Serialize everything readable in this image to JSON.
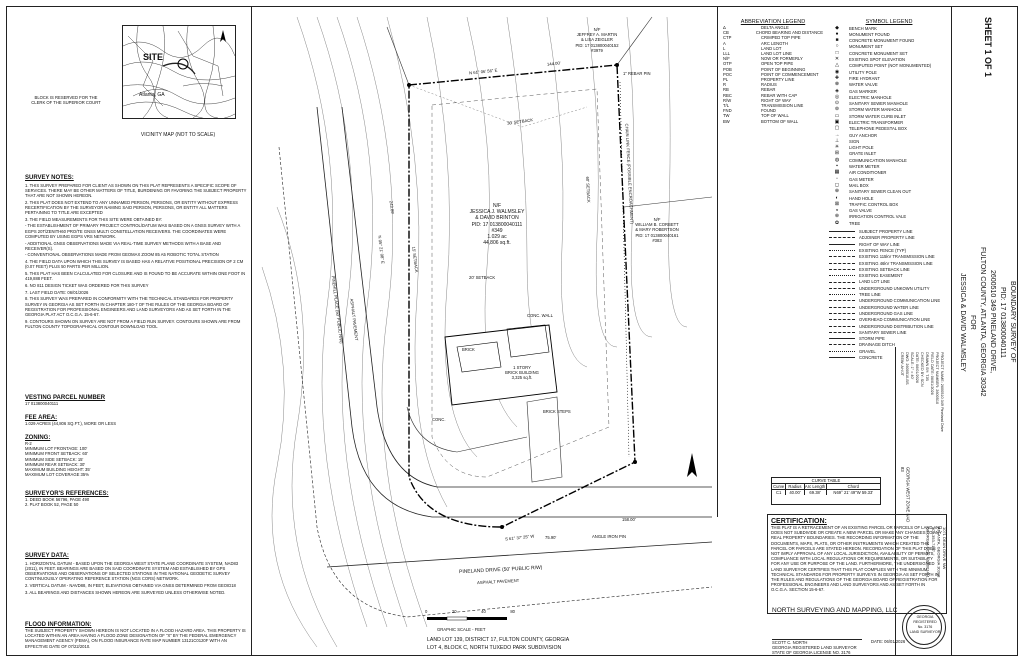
{
  "clerk_block": "BLOCK IS RESERVED FOR THE\nCLERK OF THE SUPERIOR COURT",
  "vicinity": {
    "site_label": "SITE",
    "city_label": "Atlanta, GA",
    "caption": "VICINITY MAP (NOT TO SCALE)"
  },
  "survey_notes": {
    "heading": "SURVEY NOTES:",
    "items": [
      "1.  THIS SURVEY PREPARED FOR CLIENT AS SHOWN ON THIS PLAT REPRESENTS A SPECIFIC SCOPE OF SERVICES. THERE MAY BE OTHER MATTERS OF TITLE, BURDENING OR FAVORING THE SUBJECT PROPERTY THAT ARE NOT SHOWN HEREON.",
      "2.  THIS PLAT DOES NOT EXTEND TO ANY UNNAMED PERSON, PERSONS, OR ENTITY WITHOUT EXPRESS RECERTIFICATION BY THE SURVEYOR NAMING SAID PERSON, PERSONS, OR ENTITY ALL MATTERS PERTAINING TO TITLE ARE EXCEPTED",
      "3.  THE FIELD MEASUREMENTS FOR THIS SITE WERE OBTAINED BY:",
      "- THE ESTABLISHMENT OF PRIMARY PROJECT CONTROL/DATUM WAS BASED ON A GNSS SURVEY WITH A EGPS 20T/ZENITH60 PRO/TE GNSS MULTI CONSTELLATION RECEIVERS. THE COORDINATES WERE COMPUTED BY USING EGPS VRS NETWORK.",
      "- ADDITIONAL GNSS OBSERVATIONS MADE VIA REAL-TIME SURVEY METHODS WITH A BASE AND RECEIVER(S).",
      "- CONVENTIONAL OBSERVATIONS MADE FROM GEOMAX ZOOM 85 A5 ROBOTIC TOTAL STATION",
      "4.  THE FIELD DATA UPON WHICH THIS SURVEY IS BASED HAS A RELATIVE POSITIONAL PRECISION OF 2 CM (0.07 FEET) PLUS 50 PARTS PER MILLION.",
      "5.  THIS PLAT HAS BEEN CALCULATED FOR CLOSURE AND IS FOUND TO BE ACCURATE WITHIN ONE FOOT IN 419,888 FEET.",
      "6.  NO 811 DESIGN TICKET WAS ORDERED FOR THIS SURVEY",
      "7.  LAST FIELD DATE: 06/01/2026",
      "8.  THIS SURVEY WAS PREPARED IN CONFORMITY WITH THE TECHNICAL STANDARDS FOR PROPERTY SURVEY IN GEORGIA AS SET FORTH IN CHAPTER 180-7 OF THE RULES OF THE GEORGIA BOARD OF REGISTRATION FOR PROFESSIONAL ENGINEERS AND LAND SURVEYORS AND AS SET FORTH IN THE GEORGIA PLAT ACT O.C.G.A. 15-6-67.",
      "9.  CONTOURS SHOWN ON SURVEY ARE NOT FROM A FIELD RUN SURVEY. CONTOURS SHOWN ARE FROM FULTON COUNTY TOPOGRAPHICAL CONTOUR DOWNLOAD TOOL"
    ]
  },
  "vesting": {
    "heading": "VESTING PARCEL NUMBER",
    "value": "17 013800040111"
  },
  "fee_area": {
    "heading": "FEE AREA:",
    "value": "1.029 ACRES (44,806 SQ.FT.), MORE OR LESS"
  },
  "zoning": {
    "heading": "ZONING:",
    "items": [
      "R-2",
      "MINIMUM LOT FRONTAGE: 100'",
      "MINIMUM FRONT SETBACK: 60'",
      "MINIMUM SIDE SETBACK: 15'",
      "MINIMUM REAR SETBACK: 30'",
      "MAXIMUM BUILDING HEIGHT: 35'",
      "MAXIMUM LOT COVERAGE 35%"
    ]
  },
  "references": {
    "heading": "SURVEYOR'S REFERENCES:",
    "items": [
      "1.  DEED BOOK 56796, PAGE 490",
      "2.  PLAT BOOK 52, PAGE 50"
    ]
  },
  "survey_data": {
    "heading": "SURVEY DATA:",
    "items": [
      "1.  HORIZONTAL DATUM - BASED UPON THE GEORGIA WEST STATE PLANE COORDINATE SYSTEM, NAD83 (2011), IN FEET. BEARINGS ARE BASED ON SAID COORDINATE SYSTEM AND ESTABLISHED BY GPS OBSERVATIONS AND OBSERVATIONS OF SELECTED STATIONS IN THE NATIONAL GEODETIC SURVEY CONTINUOUSLY OPERATING REFERENCE STATION (NGS CORS) NETWORK.",
      "2.  VERTICAL DATUM - NAVD88, IN FEET, ELEVATIONS OBTAINED VIA GNSS DETERMINED FROM GEOID18",
      "3.  ALL BEARINGS AND DISTANCES SHOWN HEREON ARE SURVEYED UNLESS OTHERWISE NOTED."
    ]
  },
  "flood": {
    "heading": "FLOOD INFORMATION:",
    "text": "THE SUBJECT PROPERTY SHOWN HEREON IS NOT LOCATED IN A FLOOD HAZARD AREA. THIS PROPERTY IS LOCATED WITHIN AN AREA HAVING A FLOOD ZONE DESIGNATION OF \"X\" BY THE FEDERAL EMERGENCY MANAGEMENT AGENCY (FEMA), ON FLOOD INSURANCE RATE MAP NUMBER 13121C0120F WITH AN EFFECTIVE DATE OF 07/22/2010."
  },
  "plan": {
    "owner_north": [
      "N/F",
      "JEFFREY A. MARTIN",
      "& LISA ZEIGLER",
      "PID: 17 013800040152",
      "#3979"
    ],
    "owner_east": [
      "N/F",
      "WILLIAM B. CORBETT",
      "& MARY ROBERTSON",
      "PID: 17 013800040161",
      "#383"
    ],
    "subject": [
      "N/F",
      "JESSICA J. WALMSLEY",
      "& DAVID BRINTON",
      "PID: 17 013800040111",
      "#349",
      "1.029 ac",
      "44,806 sq.ft."
    ],
    "building": [
      "1 STORY",
      "BRICK BUILDING",
      "3,325 sq.ft."
    ],
    "north_bearing": "N 61° 06' 56\" E",
    "north_dist": "144.00'",
    "west_bearing": "N 05° 21' 08\" E",
    "west_dist": "243.89'",
    "south_bearing": "S 61° 37' 25\" W",
    "south_dist": "75.90'",
    "street_dist": "158.00'",
    "street": "PINELAND DRIVE (50' PUBLIC R/W)",
    "street_pave": "ASPHALT PAVEMENT",
    "west_street": "PINEHILL PLACE (50' PUBLIC R/W)",
    "west_pave": "ASPHALT PAVEMENT",
    "setback_rear": "30' SETBACK",
    "setback_side": "15' SETBACK",
    "setback_front": "60' SETBACK",
    "setback_side2": "20' SETBACK",
    "conc": "CONC.",
    "conc_wall": "CONC. WALL",
    "brick": "BRICK",
    "brick_steps": "BRICK STEPS",
    "angle_iron": "ANGLE IRON PIN",
    "rebar": "1\" REBAR PIN",
    "fence": "CHAIN LINK FENCE (POSSIBLE ENCROACHMENT)",
    "scale_label": "GRAPHIC SCALE - FEET",
    "scale_ticks": [
      "0",
      "20",
      "40",
      "80"
    ],
    "caption1": "LAND LOT 139, DISTRICT 17, FULTON COUNTY, GEORGIA",
    "caption2": "LOT 4, BLOCK C, NORTH TUXEDO PARK SUBDIVISION",
    "curve_table": {
      "title": "CURVE TABLE",
      "headers": [
        "Curve",
        "Radius",
        "Arc Length",
        "Chord"
      ],
      "row": [
        "C1",
        "40.00'",
        "69.38'",
        "N69° 21' 49\"W 59.33'"
      ]
    },
    "gws_label": "GEORGIA WEST ZONE NAD 83"
  },
  "abbrev": {
    "title": "ABBREVIATION LEGEND",
    "items": [
      [
        "Δ",
        "DELTA ANGLE"
      ],
      [
        "CB",
        "CHORD BEARING AND DISTANCE"
      ],
      [
        "CTP",
        "CRIMPED TOP PIPE"
      ],
      [
        "A",
        "ARC LENGTH"
      ],
      [
        "L",
        "LAND LOT"
      ],
      [
        "LLL",
        "LAND LOT LINE"
      ],
      [
        "N/F",
        "NOW OR FORMERLY"
      ],
      [
        "OTP",
        "OPEN TOP PIPE"
      ],
      [
        "POB",
        "POINT OF BEGINNING"
      ],
      [
        "POC",
        "POINT OF COMMENCEMENT"
      ],
      [
        "PL",
        "PROPERTY LINE"
      ],
      [
        "R",
        "RADIUS"
      ],
      [
        "RB",
        "REBAR"
      ],
      [
        "RBC",
        "REBAR WITH CAP"
      ],
      [
        "R/W",
        "RIGHT OF WAY"
      ],
      [
        "T/L",
        "TRANSMISSION LINE"
      ],
      [
        "FND",
        "FOUND"
      ],
      [
        "TW",
        "TOP OF WALL"
      ],
      [
        "BW",
        "BOTTOM OF WALL"
      ]
    ]
  },
  "symbols": {
    "title": "SYMBOL LEGEND",
    "items": [
      [
        "◆",
        "BENCH MARK"
      ],
      [
        "●",
        "MONUMENT FOUND"
      ],
      [
        "■",
        "CONCRETE MONUMENT FOUND"
      ],
      [
        "○",
        "MONUMENT SET"
      ],
      [
        "□",
        "CONCRETE MONUMENT SET"
      ],
      [
        "✕",
        "EXISTING SPOT ELEVATION"
      ],
      [
        "△",
        "COMPUTED POINT (NOT MONUMENTED)"
      ],
      [
        "◉",
        "UTILITY POLE"
      ],
      [
        "✚",
        "FIRE HYDRANT"
      ],
      [
        "⊗",
        "WATER VALVE"
      ],
      [
        "◈",
        "GAS MARKER"
      ],
      [
        "◎",
        "ELECTRIC MANHOLE"
      ],
      [
        "⊙",
        "SANITARY SEWER MANHOLE"
      ],
      [
        "⊚",
        "STORM WATER MANHOLE"
      ],
      [
        "▭",
        "STORM WATER CURB INLET"
      ],
      [
        "▣",
        "ELECTRIC TRANSFORMER"
      ],
      [
        "▢",
        "TELEPHONE PEDESTAL BOX"
      ],
      [
        "→",
        "GUY ANCHOR"
      ],
      [
        "⊥",
        "SIGN"
      ],
      [
        "☀",
        "LIGHT POLE"
      ],
      [
        "⊞",
        "GRATE INLET"
      ],
      [
        "◍",
        "COMMUNICATION MANHOLE"
      ],
      [
        "▪",
        "WATER METER"
      ],
      [
        "▦",
        "AIR CONDITIONER"
      ],
      [
        "▫",
        "GAS METER"
      ],
      [
        "◻",
        "MAIL BOX"
      ],
      [
        "⊕",
        "SANITARY SEWER CLEAN OUT"
      ],
      [
        "◐",
        "HAND HOLE"
      ],
      [
        "⊠",
        "TRAFFIC CONTROL BOX"
      ],
      [
        "◒",
        "GAS VALVE"
      ],
      [
        "⊛",
        "IRRIGATION CONTROL VALE"
      ],
      [
        "✿",
        "TREE"
      ]
    ]
  },
  "line_legend": [
    "SUBJECT PROPERTY LINE",
    "ADJOINER PROPERTY LINE",
    "RIGHT OF WAY LINE",
    "EXISTING FENCE (TYP)",
    "EXISTING 115kV TRANSMISSION LINE",
    "EXISTING 46kV TRANSMISSION LINE",
    "EXISTING SETBACK LINE",
    "EXISTING EASEMENT",
    "LAND LOT LINE",
    "UNDERGROUND UNKOWN UTILITY",
    "TREE LINE",
    "UNDERGROUND COMMUNICATION LINE",
    "UNDERGROUND WATER LINE",
    "UNDERGROUND GAS LINE",
    "OVERHEAD COMMUNICATION LINE",
    "UNDERGROUND DISTRIBUTION LINE",
    "SANITARY SEWER LINE",
    "STORM PIPE",
    "DRAINAGE DITCH",
    "GRAVEL",
    "CONCRETE"
  ],
  "certification": {
    "heading": "CERTIFICATION:",
    "text": "THIS PLAT IS A RETRACEMENT OF AN EXISTING PARCEL OR PARCELS OF LAND AND DOES NOT SUBDIVIDE OR CREATE A NEW PARCEL OR MAKE ANY CHANGES TO ANY REAL PROPERTY BOUNDARIES. THE RECORDING INFORMATION OF THE DOCUMENTS, MAPS, PLATS, OR OTHER INSTRUMENTS WHICH CREATED THE PARCEL OR PARCELS ARE STATED HEREON. RECORDATION OF THIS PLAT DOES NOT IMPLY APPROVAL OF ANY LOCAL JURISDICTION, AVAILABILITY OF PERMITS, COMPLIANCE WITH LOCAL REGULATIONS OR REQUIREMENTS, OR SUITABILITY FOR ANY USE OR PURPOSE OF THE LAND. FURTHERMORE, THE UNDERSIGNED LAND SURVEYOR CERTIFIES THAT THIS PLAT COMPLIES WITH THE MINIMUM TECHNICAL STANDARDS FOR PROPERTY SURVEYS IN GEORGIA AS SET FORTH IN THE RULES AND REGULATIONS OF THE GEORGIA BOARD OF REGISTRATION FOR PROFESSIONAL ENGINEERS AND LAND SURVEYORS AND AS SET FORTH IN O.C.G.A. SECTION 15-6-67."
  },
  "company": "NORTH SURVEYING AND MAPPING, LLC",
  "signature": [
    "SCOTT C. NORTH",
    "GEORGIA REGISTERED LAND SURVEYOR",
    "STATE OF GEORGIA LICENSE NO. 3176"
  ],
  "sig_date": "DATE: 06/01/2026",
  "seal": [
    "GEORGIA",
    "REGISTERED",
    "No. 3176",
    "LAND SURVEYOR"
  ],
  "title_block": {
    "sheet": "SHEET 1 OF 1",
    "line1": "BOUNDARY SURVEY OF",
    "line2": "PID: 17 013800040111",
    "line3": "2600510 349 PINELAND DRIVE,",
    "line4": "FULTON COUNTY, ATLANTA, GEORGIA 30342",
    "line5": "FOR",
    "line6": "JESSICA & DAVID WALMSLEY"
  },
  "project_block": [
    "PROJECT NAME: 2600510 349 Pineland Drive",
    "PROJECT NUMBER: 2600510",
    "FIELD DATE: 06/01/2026",
    "DRAWN BY: TJB",
    "CHECKED BY: SCN",
    "DATE: 06/01/2026",
    "SCALE: 1\" = 40'",
    "DWG: 2600510-BS",
    "CREW: AH/JT"
  ],
  "address_block": [
    "1071 DEAN DRIVE NW",
    "ATLANTA, GEORGIA 30318",
    "404-353-7147",
    "GEORGIA COA: LSF001411"
  ]
}
